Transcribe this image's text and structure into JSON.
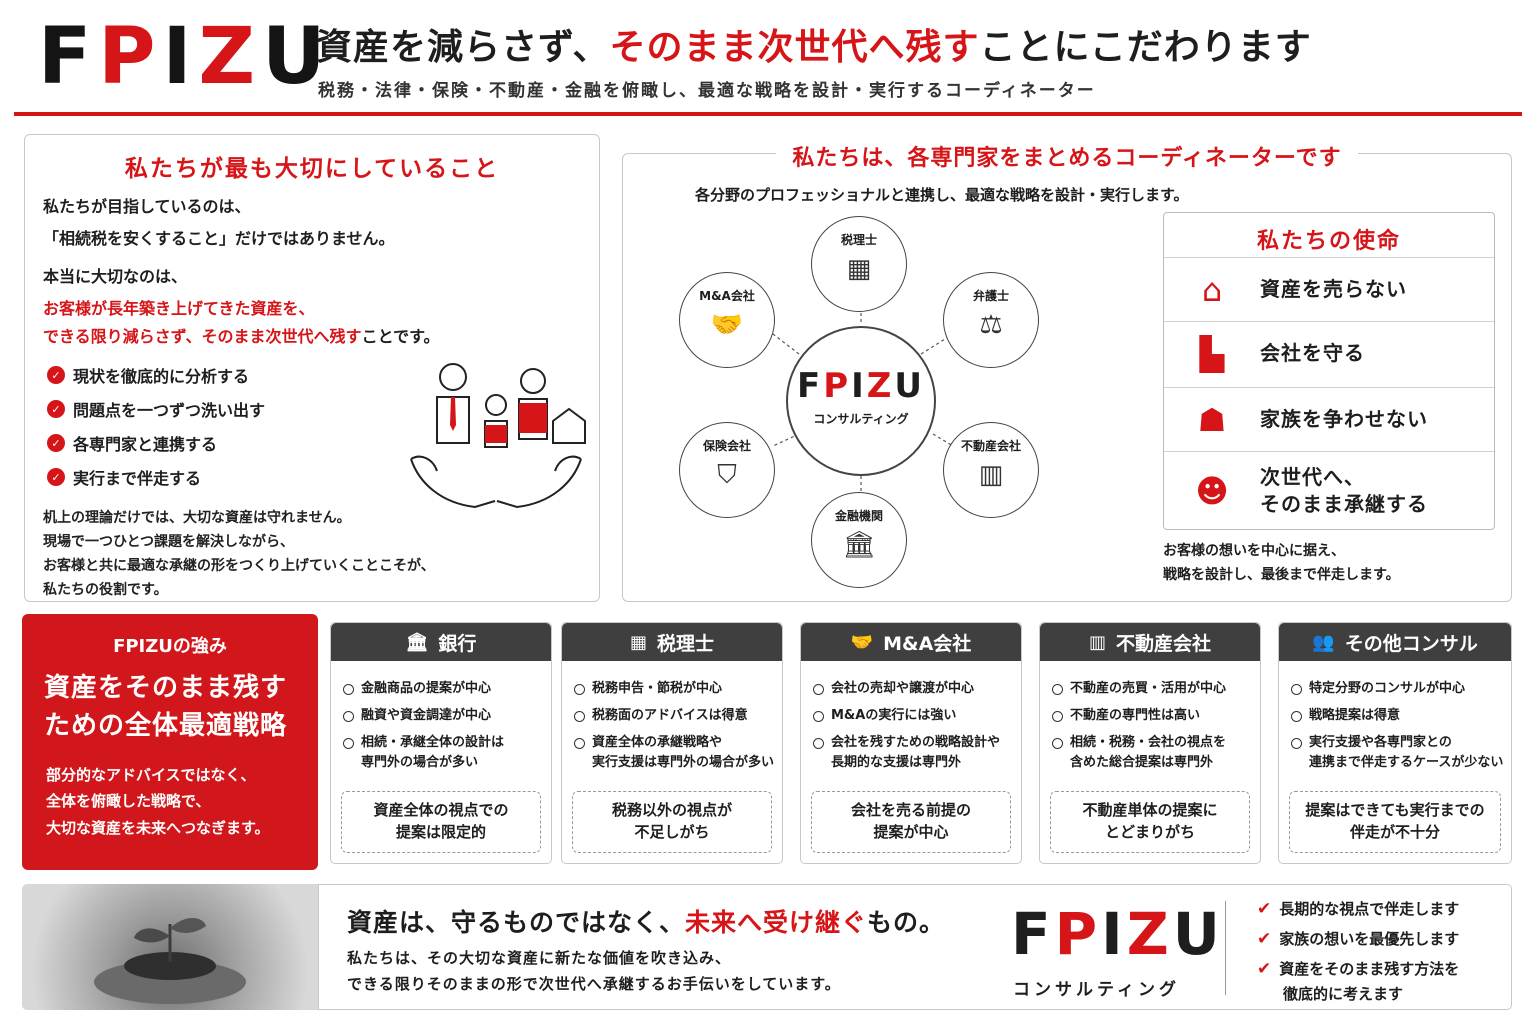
{
  "header": {
    "logo": [
      "F",
      "P",
      "I",
      "Z",
      "U"
    ],
    "tagline_a": "資産を減らさず、",
    "tagline_b": "そのまま次世代へ残す",
    "tagline_c": "ことにこだわります",
    "subtagline": "税務・法律・保険・不動産・金融を俯瞰し、最適な戦略を設計・実行するコーディネーター"
  },
  "values": {
    "heading": "私たちが最も大切にしていること",
    "line1": "私たちが目指しているのは、",
    "line2": "「相続税を安くすること」だけではありません。",
    "line3": "本当に大切なのは、",
    "line4": "お客様が長年築き上げてきた資産を、",
    "line5a": "できる限り減らさず、そのまま次世代へ残す",
    "line5b": "ことです。",
    "checks": [
      "現状を徹底的に分析する",
      "問題点を一つずつ洗い出す",
      "各専門家と連携する",
      "実行まで伴走する"
    ],
    "closing": [
      "机上の理論だけでは、大切な資産は守れません。",
      "現場で一つひとつ課題を解決しながら、",
      "お客様と共に最適な承継の形をつくり上げていくことこそが、",
      "私たちの役割です。"
    ]
  },
  "coordinator": {
    "heading": "私たちは、各専門家をまとめるコーディネーターです",
    "subheading": "各分野のプロフェッショナルと連携し、最適な戦略を設計・実行します。",
    "hub_logo": "FPIZU",
    "hub_caption": "コンサルティング",
    "nodes": [
      "税理士",
      "弁護士",
      "不動産会社",
      "金融機関",
      "保険会社",
      "M&A会社"
    ],
    "mission_heading": "私たちの使命",
    "missions": [
      "資産を売らない",
      "会社を守る",
      "家族を争わせない",
      "次世代へ、",
      "そのまま承継する"
    ],
    "footer": [
      "お客様の想いを中心に据え、",
      "戦略を設計し、最後まで伴走します。"
    ]
  },
  "strength": {
    "title": "FPIZUの強み",
    "headline": [
      "資産をそのまま残す",
      "ための全体最適戦略"
    ],
    "body": [
      "部分的なアドバイスではなく、",
      "全体を俯瞰した戦略で、",
      "大切な資産を未来へつなぎます。"
    ]
  },
  "comparison": [
    {
      "name": "銀行",
      "icon": "bank-icon",
      "points": [
        "金融商品の提案が中心",
        "融資や資金調達が中心",
        "相続・承継全体の設計は",
        "専門外の場合が多い"
      ],
      "note": [
        "資産全体の視点での",
        "提案は限定的"
      ]
    },
    {
      "name": "税理士",
      "icon": "calculator-icon",
      "points": [
        "税務申告・節税が中心",
        "税務面のアドバイスは得意",
        "資産全体の承継戦略や",
        "実行支援は専門外の場合が多い"
      ],
      "note": [
        "税務以外の視点が",
        "不足しがち"
      ]
    },
    {
      "name": "M&A会社",
      "icon": "handshake-icon",
      "points": [
        "会社の売却や譲渡が中心",
        "M&Aの実行には強い",
        "会社を残すための戦略設計や",
        "長期的な支援は専門外"
      ],
      "note": [
        "会社を売る前提の",
        "提案が中心"
      ]
    },
    {
      "name": "不動産会社",
      "icon": "building-icon",
      "points": [
        "不動産の売買・活用が中心",
        "不動産の専門性は高い",
        "相続・税務・会社の視点を",
        "含めた総合提案は専門外"
      ],
      "note": [
        "不動産単体の提案に",
        "とどまりがち"
      ]
    },
    {
      "name": "その他コンサル",
      "icon": "people-icon",
      "points": [
        "特定分野のコンサルが中心",
        "戦略提案は得意",
        "実行支援や各専門家との",
        "連携まで伴走するケースが少ない"
      ],
      "note": [
        "提案はできても実行までの",
        "伴走が不十分"
      ]
    }
  ],
  "bottom": {
    "headline_a": "資産は、守るものではなく、",
    "headline_b": "未来へ受け継ぐ",
    "headline_c": "もの。",
    "text": [
      "私たちは、その大切な資産に新たな価値を吹き込み、",
      "できる限りそのままの形で次世代へ承継するお手伝いをしています。"
    ],
    "logo": "FPIZU",
    "caption": "コンサルティング",
    "checks": [
      "長期的な視点で伴走します",
      "家族の想いを最優先します",
      "資産をそのまま残す方法を",
      "徹底的に考えます"
    ]
  },
  "colors": {
    "accent": "#d61518",
    "dark": "#3f3f3f"
  }
}
